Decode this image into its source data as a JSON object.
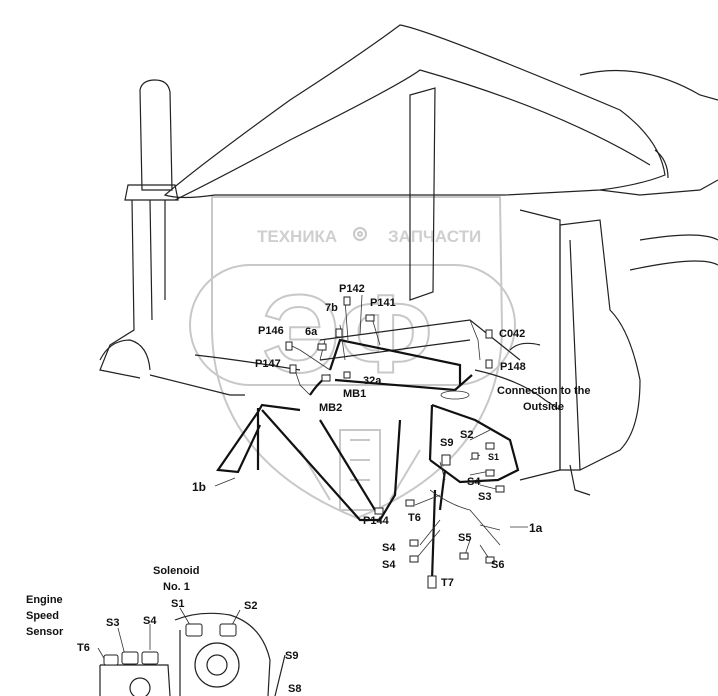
{
  "watermark": {
    "brand_left": "ТЕХНИКА",
    "brand_right": "ЗАПЧАСТИ",
    "logo_letters": "ЭФ"
  },
  "labels": {
    "p142": "P142",
    "p141": "P141",
    "b7": "7b",
    "a6": "6a",
    "p146": "P146",
    "p147": "P147",
    "c042": "C042",
    "p148": "P148",
    "a32": "32a",
    "mb1": "MB1",
    "mb2": "MB2",
    "connection_line1": "Connection to the",
    "connection_line2": "Outside",
    "s2_top": "S2",
    "s9_top": "S9",
    "s1_top": "S1",
    "s4_top": "S4",
    "s3_top": "S3",
    "b1": "1b",
    "p144": "P144",
    "t6_mid": "T6",
    "a1": "1a",
    "s5": "S5",
    "s4_mid1": "S4",
    "s4_mid2": "S4",
    "s6": "S6",
    "t7": "T7",
    "solenoid_line1": "Solenoid",
    "solenoid_line2": "No. 1",
    "s1_bottom": "S1",
    "s2_bottom": "S2",
    "engine_line1": "Engine",
    "engine_line2": "Speed",
    "engine_line3": "Sensor",
    "s3_bottom": "S3",
    "s4_bottom": "S4",
    "t6_bottom": "T6",
    "s9_bottom": "S9",
    "s8_bottom": "S8"
  }
}
